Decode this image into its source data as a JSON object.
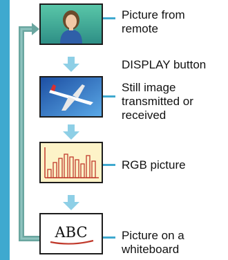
{
  "colors": {
    "accent": "#3fa9cf",
    "arrow": "#8ecfe6",
    "loop": "#6aa6a0"
  },
  "items": [
    {
      "label": "Picture from\nremote",
      "icon": "portrait-icon"
    },
    {
      "label": "DISPLAY button",
      "icon": "down-arrow-icon"
    },
    {
      "label": "Still image\ntransmitted or\nreceived",
      "icon": "airplane-icon"
    },
    {
      "label": "RGB picture",
      "icon": "bar-chart-icon"
    },
    {
      "label": "Picture on a\nwhiteboard",
      "icon": "whiteboard-icon"
    }
  ],
  "whiteboard_text": "ABC"
}
